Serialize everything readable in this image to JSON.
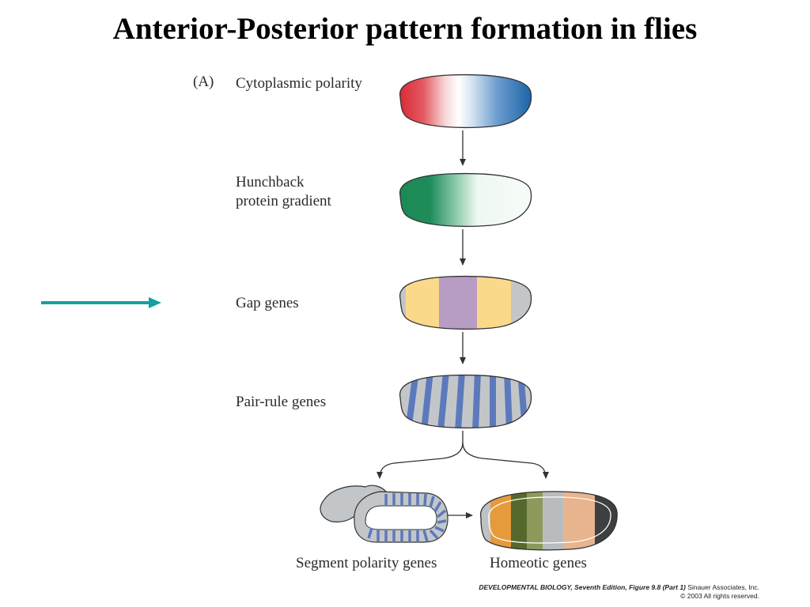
{
  "title": "Anterior-Posterior pattern formation in flies",
  "panel_label": "(A)",
  "stages": {
    "cytoplasmic": "Cytoplasmic polarity",
    "hunchback_1": "Hunchback",
    "hunchback_2": "protein gradient",
    "gap": "Gap genes",
    "pair_rule": "Pair-rule genes",
    "segment_polarity": "Segment polarity genes",
    "homeotic": "Homeotic genes"
  },
  "credit": {
    "book": "DEVELOPMENTAL BIOLOGY, Seventh Edition,",
    "figure": "Figure 9.8 (Part 1)",
    "publisher": "Sinauer Associates, Inc.",
    "copyright": "© 2003 All rights reserved."
  },
  "colors": {
    "pointer_arrow": "#14a0a0",
    "red": "#d8232f",
    "blue": "#1b64a8",
    "green": "#1b8a55",
    "gap_yellow": "#fbd98a",
    "gap_purple": "#b79cc4",
    "gray": "#c3c6c9",
    "stripe_blue": "#5c79bb"
  }
}
